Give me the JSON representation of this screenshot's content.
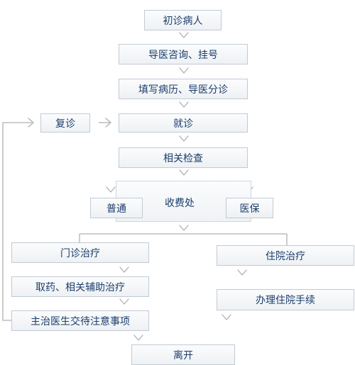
{
  "nodes": {
    "first_visit": "初诊病人",
    "guidance": "导医咨询、挂号",
    "fill_records": "填写病历、导医分诊",
    "revisit": "复诊",
    "consultation": "就诊",
    "examination": "相关检查",
    "cashier": "收费处",
    "ordinary": "普通",
    "insurance": "医保",
    "outpatient_treatment": "门诊治疗",
    "get_medicine": "取药、相关辅助治疗",
    "doctor_instructions": "主治医生交待注意事项",
    "inpatient_treatment": "住院治疗",
    "admission_procedures": "办理住院手续",
    "leave": "离开"
  }
}
